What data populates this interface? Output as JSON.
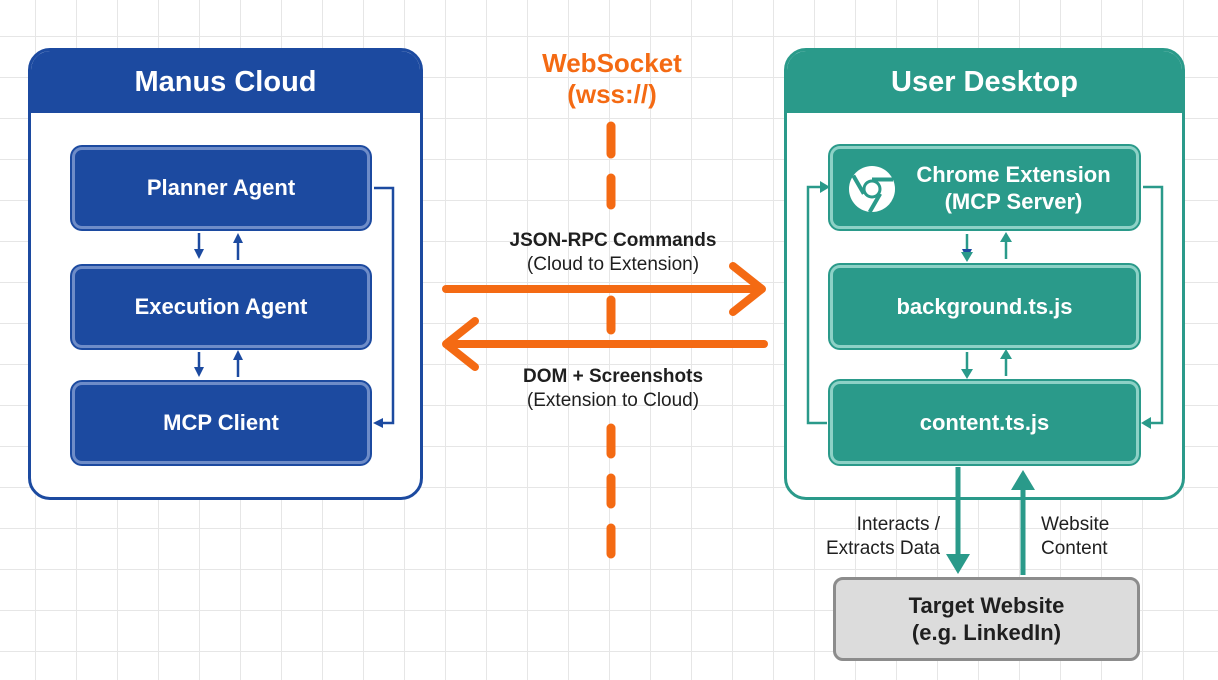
{
  "cloud": {
    "title": "Manus Cloud",
    "planner": "Planner Agent",
    "execution": "Execution Agent",
    "mcp_client": "MCP Client"
  },
  "desktop": {
    "title": "User Desktop",
    "chrome_ext_line1": "Chrome Extension",
    "chrome_ext_line2": "(MCP Server)",
    "background": "background.ts.js",
    "content": "content.ts.js"
  },
  "channel": {
    "ws_line1": "WebSocket",
    "ws_line2": "(wss://)",
    "cmd_line1": "JSON-RPC Commands",
    "cmd_line2": "(Cloud to Extension)",
    "dom_line1": "DOM + Screenshots",
    "dom_line2": "(Extension to Cloud)"
  },
  "target": {
    "line1": "Target Website",
    "line2": "(e.g. LinkedIn)",
    "interacts_line1": "Interacts /",
    "interacts_line2": "Extracts Data",
    "content_line1": "Website",
    "content_line2": "Content"
  },
  "colors": {
    "cloud_blue": "#1c4aa0",
    "desktop_teal": "#2a9a8a",
    "websocket_orange": "#f46a13",
    "target_gray": "#dcdcdc"
  },
  "icons": [
    "chrome-icon"
  ]
}
